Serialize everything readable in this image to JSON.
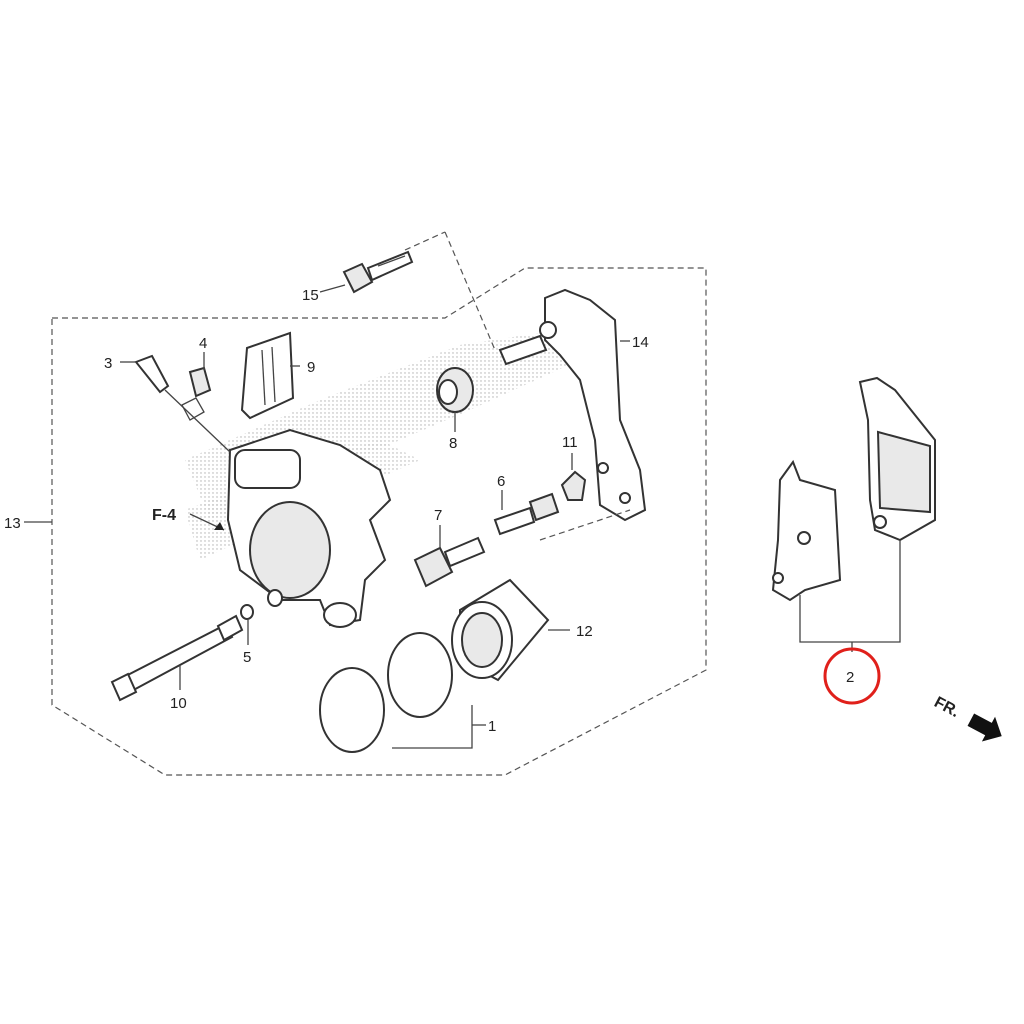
{
  "diagram": {
    "callouts": {
      "c1": "1",
      "c2": "2",
      "c3": "3",
      "c4": "4",
      "c5": "5",
      "c6": "6",
      "c7": "7",
      "c8": "8",
      "c9": "9",
      "c10": "10",
      "c11": "11",
      "c12": "12",
      "c13": "13",
      "c14": "14",
      "c15": "15"
    },
    "reference_label": "F-4",
    "direction_label": "FR.",
    "highlight_color": "#e0201b"
  }
}
